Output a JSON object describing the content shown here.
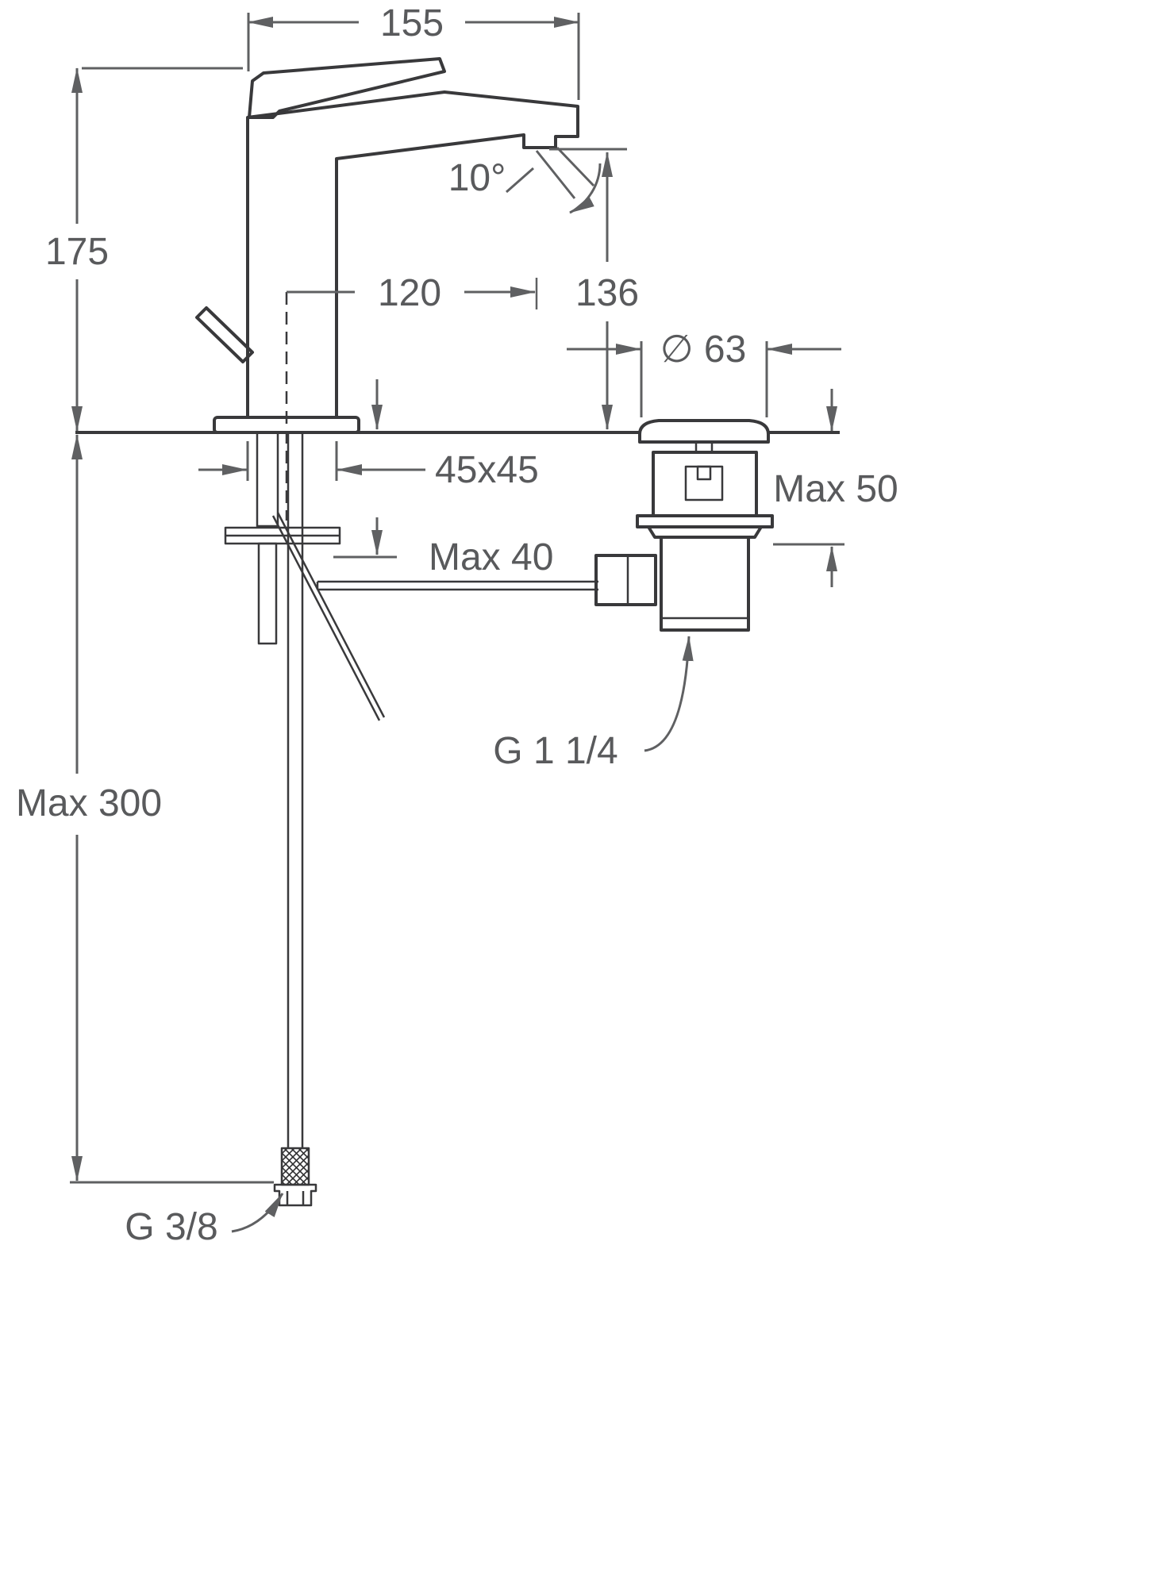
{
  "drawing": {
    "type": "technical-dimension-drawing",
    "subject": "single-lever basin mixer tap with pop-up waste",
    "background": "#ffffff",
    "line_color": "#39393b",
    "dimension_color": "#5f6062",
    "text_color": "#595a5c",
    "labels": {
      "spout_width": "155",
      "body_height": "175",
      "spout_angle": "10°",
      "spout_reach": "120",
      "outlet_height": "136",
      "waste_cap_diameter": "∅ 63",
      "base_section": "45x45",
      "waste_max_thickness": "Max 50",
      "deck_max_thickness": "Max 40",
      "hose_length": "Max 300",
      "waste_thread": "G 1 1/4",
      "supply_thread": "G 3/8"
    }
  }
}
